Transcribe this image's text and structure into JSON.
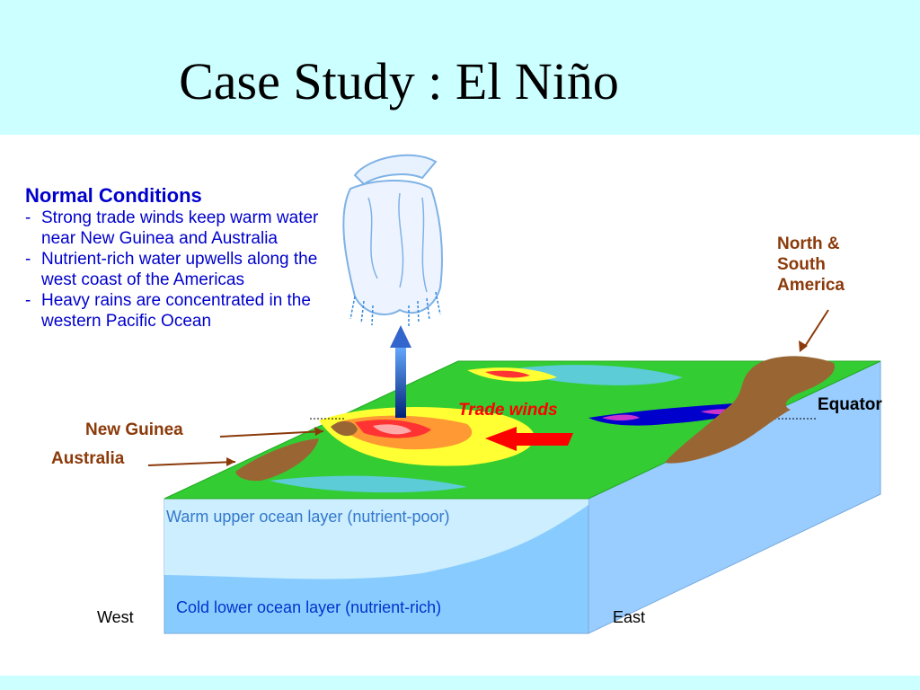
{
  "title": "Case Study : El Niño",
  "notes": {
    "heading": "Normal Conditions",
    "lines": [
      "Strong trade winds keep warm water near New Guinea and Australia",
      "Nutrient-rich water upwells along the west coast of the Americas",
      "Heavy rains are concentrated in the western Pacific Ocean"
    ]
  },
  "labels": {
    "north_south_america": "North & South America",
    "new_guinea": "New Guinea",
    "australia": "Australia",
    "equator": "Equator",
    "trade_winds": "Trade winds",
    "warm_layer": "Warm upper ocean layer (nutrient-poor)",
    "cold_layer": "Cold lower ocean layer (nutrient-rich)",
    "west": "West",
    "east": "East"
  },
  "colors": {
    "background": "#ccffff",
    "ocean_top": "#33cc33",
    "warm_layer": "#cceeff",
    "cold_layer": "#88ccff",
    "land": "#996633",
    "label_brown": "#8b3a0a",
    "text_blue": "#0000cc",
    "trade_arrow": "#ff0000",
    "updraft_arrow": "#003399"
  }
}
